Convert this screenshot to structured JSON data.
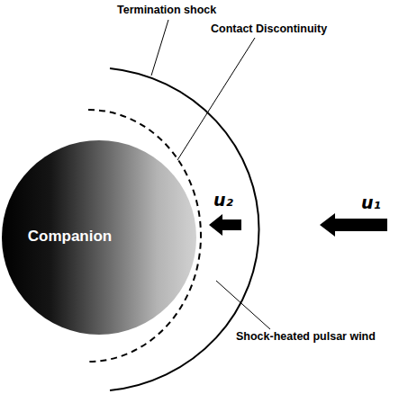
{
  "diagram": {
    "nodes": [
      {
        "text": [
          "Companion"
        ]
      }
    ],
    "labels": [
      "Termination shock",
      "Contact Discontinuity",
      "u₂",
      "u₁",
      "Shock-heated pulsar wind"
    ]
  }
}
